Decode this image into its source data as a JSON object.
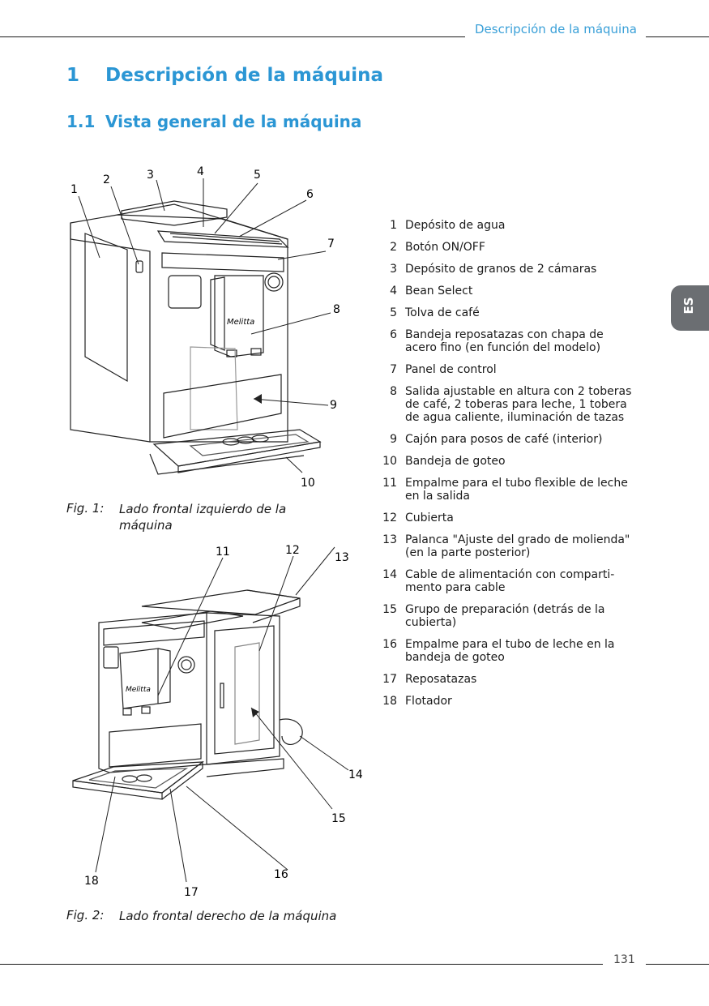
{
  "header": {
    "running_title": "Descripción de la máquina"
  },
  "heading1": {
    "number": "1",
    "title": "Descripción de la máquina"
  },
  "heading2": {
    "number": "1.1",
    "title": "Vista general de la máquina"
  },
  "lang_tab": "ES",
  "fig1": {
    "label": "Fig. 1:",
    "caption": "Lado frontal izquierdo de la máquina",
    "callouts": [
      "1",
      "2",
      "3",
      "4",
      "5",
      "6",
      "7",
      "8",
      "9",
      "10"
    ],
    "brand": "Melitta"
  },
  "fig2": {
    "label": "Fig. 2:",
    "caption": "Lado frontal derecho de la máquina",
    "callouts": [
      "11",
      "12",
      "13",
      "14",
      "15",
      "16",
      "17",
      "18"
    ],
    "brand": "Melitta"
  },
  "legend": [
    {
      "n": "1",
      "text": "Depósito de agua"
    },
    {
      "n": "2",
      "text": "Botón ON/OFF"
    },
    {
      "n": "3",
      "text": "Depósito de granos de 2 cámaras"
    },
    {
      "n": "4",
      "text": "Bean Select"
    },
    {
      "n": "5",
      "text": "Tolva de café"
    },
    {
      "n": "6",
      "text": "Bandeja reposatazas con chapa de acero fino (en función del modelo)"
    },
    {
      "n": "7",
      "text": "Panel de control"
    },
    {
      "n": "8",
      "text": "Salida ajustable en altura con 2 toberas de café, 2 toberas para leche, 1 tobera de agua caliente, iluminación de tazas"
    },
    {
      "n": "9",
      "text": "Cajón para posos de café (interior)"
    },
    {
      "n": "10",
      "text": "Bandeja de goteo"
    },
    {
      "n": "11",
      "text": "Empalme para el tubo flexible de leche en la salida"
    },
    {
      "n": "12",
      "text": "Cubierta"
    },
    {
      "n": "13",
      "text": "Palanca \"Ajuste del grado de molienda\" (en la parte posterior)"
    },
    {
      "n": "14",
      "text": "Cable de alimentación con comparti-mento para cable"
    },
    {
      "n": "15",
      "text": "Grupo de preparación (detrás de la cubierta)"
    },
    {
      "n": "16",
      "text": "Empalme para el tubo de leche en la bandeja de goteo"
    },
    {
      "n": "17",
      "text": "Reposatazas"
    },
    {
      "n": "18",
      "text": "Flotador"
    }
  ],
  "footer": {
    "page_number": "131"
  }
}
